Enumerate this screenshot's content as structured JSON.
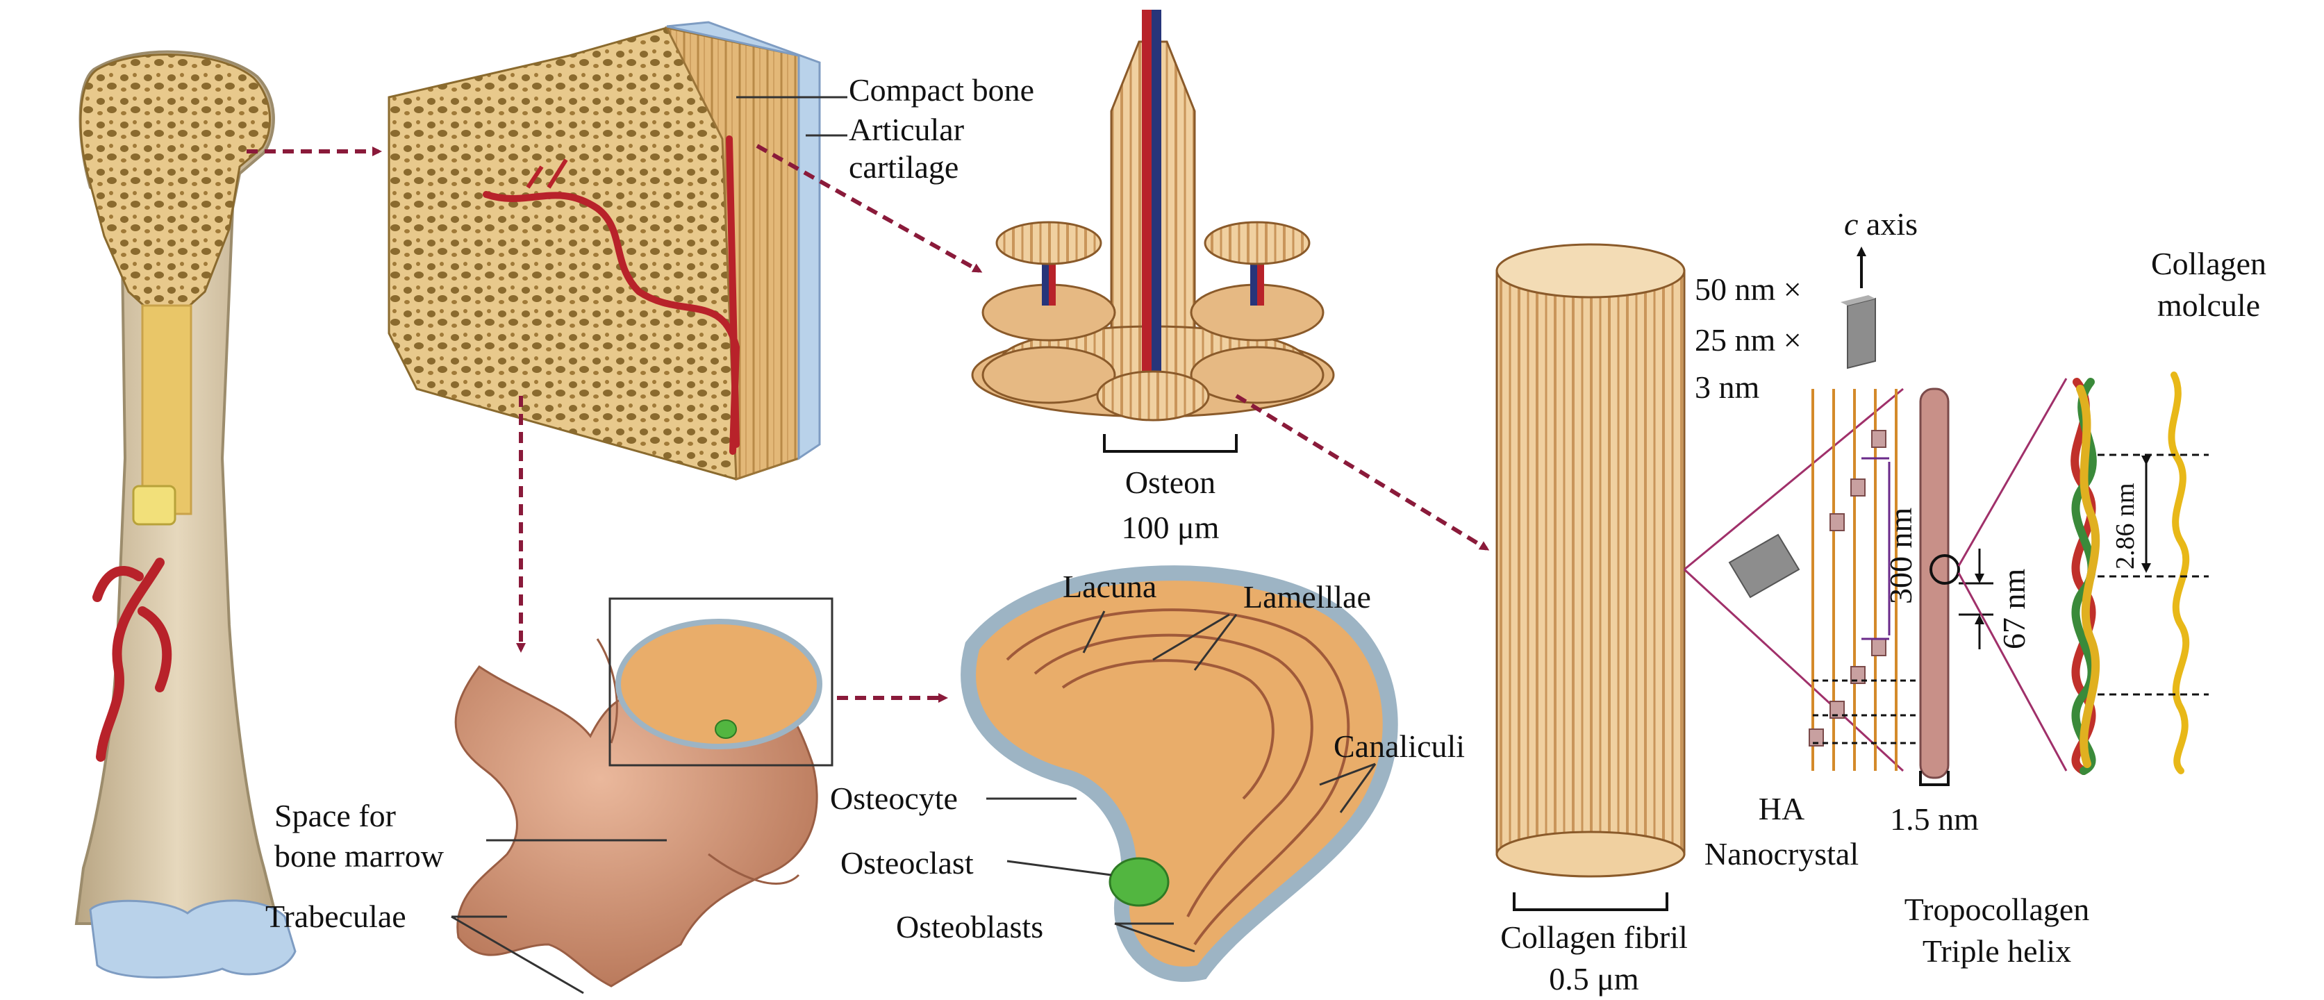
{
  "colors": {
    "bone_light": "#f2d9a4",
    "bone_mid": "#d9b06a",
    "bone_dark": "#8a6a2e",
    "vessel_red": "#b8222a",
    "vessel_blue": "#27357a",
    "cartilage_blue": "#b9d2ea",
    "shaft_tan": "#d8c7ab",
    "trabeculae_pink": "#d49b7e",
    "osteoclast_green": "#52b640",
    "arrow_maroon": "#8a1a3a",
    "lamellae_orange": "#e9ad6a",
    "fibril_tan": "#f0d0a0",
    "tropo_mauve": "#c89088",
    "helix_red": "#c0302a",
    "helix_green": "#3a8a3a",
    "helix_yellow": "#e0b020",
    "molecule_yellow": "#e8b818",
    "divider_purple": "#a0306a"
  },
  "labels": {
    "compact_bone": "Compact bone",
    "articular_1": "Articular",
    "articular_2": "cartilage",
    "osteon": "Osteon",
    "osteon_size": "100 μm",
    "c_axis_c": "c",
    "c_axis_rest": " axis",
    "dim1": "50 nm ×",
    "dim2": "25 nm ×",
    "dim3": "3 nm",
    "collagen_1": "Collagen",
    "collagen_2": "molcule",
    "lacuna": "Lacuna",
    "lamellae": "Lamelllae",
    "canaliculi": "Canaliculi",
    "osteocyte": "Osteocyte",
    "osteoclast": "Osteoclast",
    "osteoblasts": "Osteoblasts",
    "space_1": "Space for",
    "space_2": "bone marrow",
    "trabeculae": "Trabeculae",
    "fibril": "Collagen fibril",
    "fibril_size": "0.5 μm",
    "ha_1": "HA",
    "ha_2": "Nanocrystal",
    "nm300": "300 nm",
    "nm67": "67 nm",
    "nm286": "2.86 nm",
    "nm15": "1.5 nm",
    "tropo_1": "Tropocollagen",
    "tropo_2": "Triple helix"
  }
}
